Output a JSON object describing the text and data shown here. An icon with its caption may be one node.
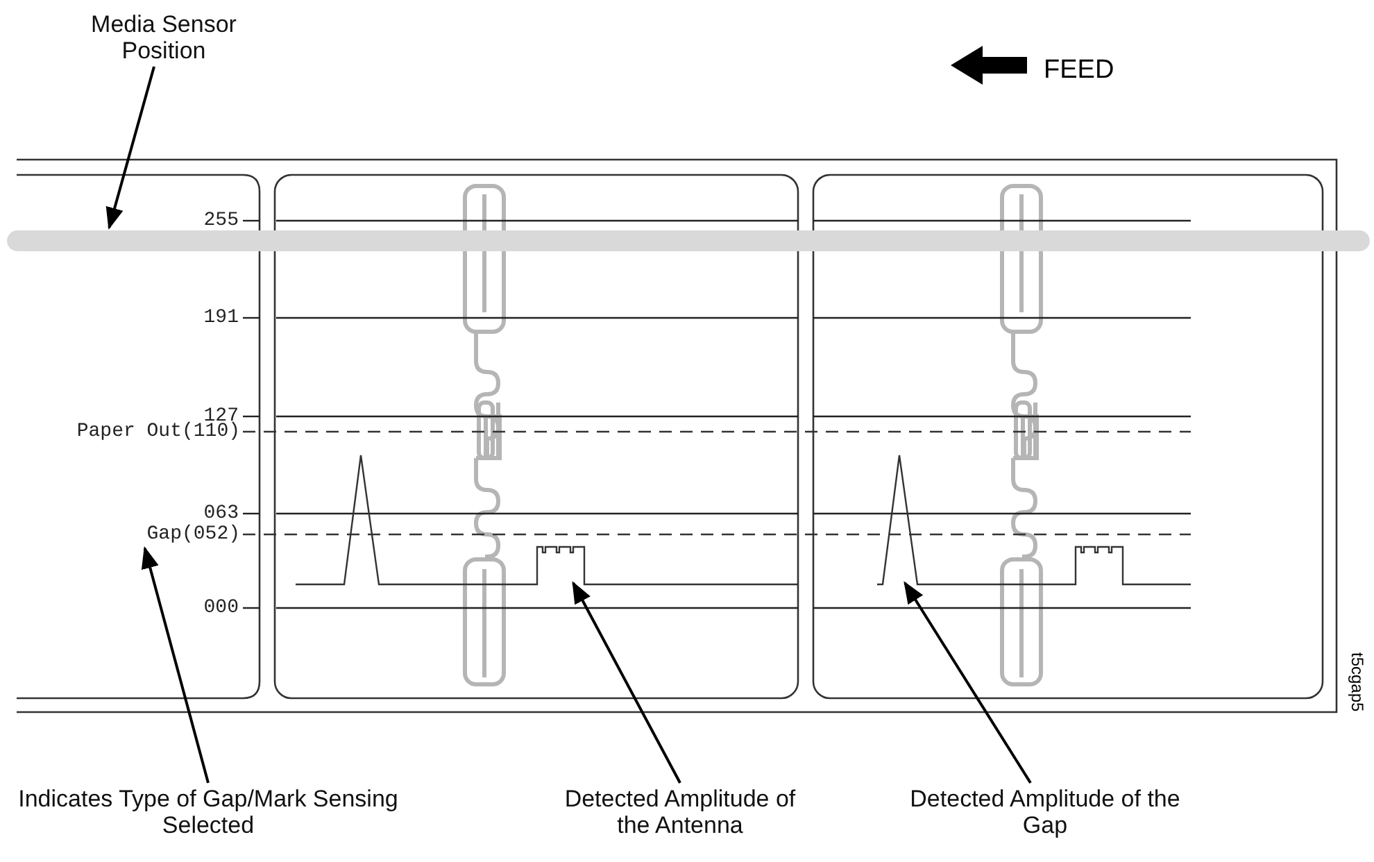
{
  "diagram": {
    "nodes": [
      {
        "text": [
          "Media Sensor Position"
        ]
      },
      {
        "text": [],
        "shape": "bar"
      },
      {
        "text": [
          "Indicates Type of Gap/Mark Sensing Selected"
        ]
      },
      {
        "text": [
          "Gap(052)"
        ]
      },
      {
        "text": [
          "Detected Amplitude of the Antenna"
        ]
      },
      {
        "text": [
          "Detected Amplitude of the Gap"
        ]
      }
    ],
    "edges": [
      {
        "from": 0,
        "to": 1,
        "arrow": "to"
      },
      {
        "from": 2,
        "to": 3,
        "arrow": "to"
      },
      {
        "from": 4,
        "to": null,
        "arrow": "to"
      },
      {
        "from": 5,
        "to": null,
        "arrow": "to"
      }
    ],
    "labels": [
      "FEED",
      "255",
      "191",
      "127",
      "Paper Out(110)",
      "063",
      "000",
      "t5cgap5"
    ]
  }
}
